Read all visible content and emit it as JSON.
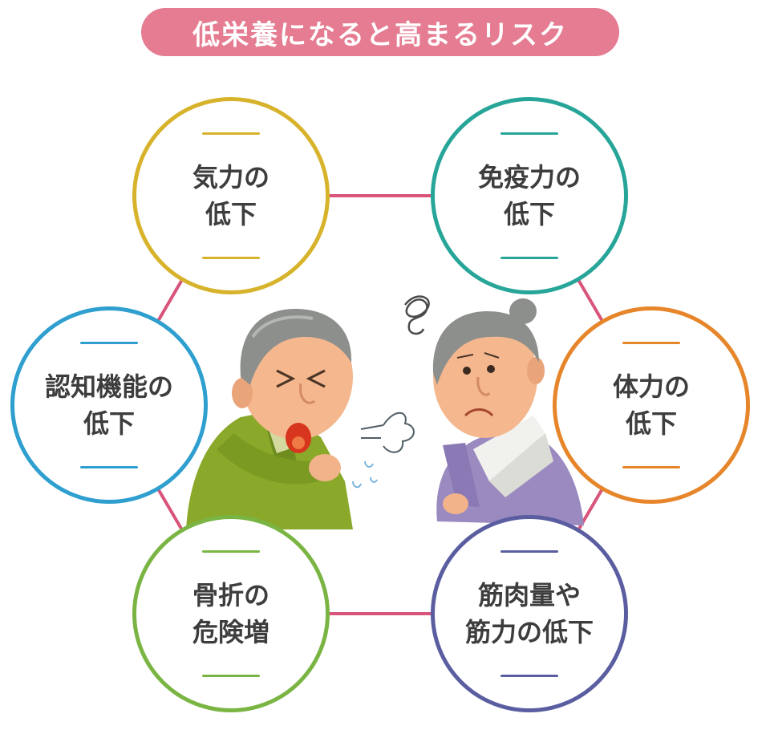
{
  "title": "低栄養になると高まるリスク",
  "colors": {
    "title_bg": "#e57c92",
    "connector": "#d9547a",
    "text": "#3d3d3d"
  },
  "nodes": [
    {
      "id": "kiryoku",
      "lines": [
        "気力の",
        "低下"
      ],
      "color": "#d7b32c"
    },
    {
      "id": "meneki",
      "lines": [
        "免疫力の",
        "低下"
      ],
      "color": "#26a598"
    },
    {
      "id": "tairyoku",
      "lines": [
        "体力の",
        "低下"
      ],
      "color": "#e6852a"
    },
    {
      "id": "kinniku",
      "lines": [
        "筋肉量や",
        "筋力の低下"
      ],
      "color": "#5a5ea0"
    },
    {
      "id": "kossetsu",
      "lines": [
        "骨折の",
        "危険増"
      ],
      "color": "#7ab544"
    },
    {
      "id": "ninchi",
      "lines": [
        "認知機能の",
        "低下"
      ],
      "color": "#2e9fcf"
    }
  ]
}
